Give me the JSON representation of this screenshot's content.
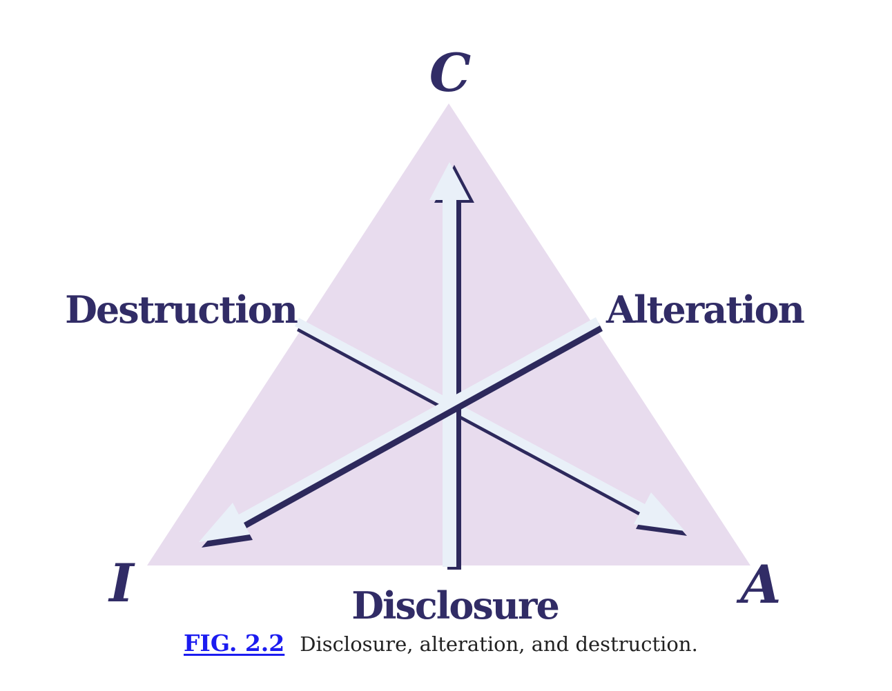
{
  "colors": {
    "triangle-fill": "#e8dcee",
    "arrow-fill": "#e9f0f8",
    "shadow-navy": "#2d295c",
    "label-navy": "#312c66",
    "link-blue": "#1b1bf0",
    "caption-ink": "#222222"
  },
  "diagram": {
    "type": "cia-triad-threats",
    "vertices": {
      "top": "C",
      "bottom_left": "I",
      "bottom_right": "A"
    },
    "labels": {
      "destruction": "Destruction",
      "alteration": "Alteration",
      "disclosure": "Disclosure"
    },
    "arrows": [
      {
        "name": "disclosure-arrow",
        "points_to": "C",
        "direction": "up"
      },
      {
        "name": "alteration-arrow",
        "points_to": "I",
        "direction": "down-left"
      },
      {
        "name": "destruction-arrow",
        "points_to": "A",
        "direction": "down-right"
      }
    ]
  },
  "caption": {
    "link": "FIG. 2.2",
    "text": "Disclosure, alteration, and destruction."
  }
}
